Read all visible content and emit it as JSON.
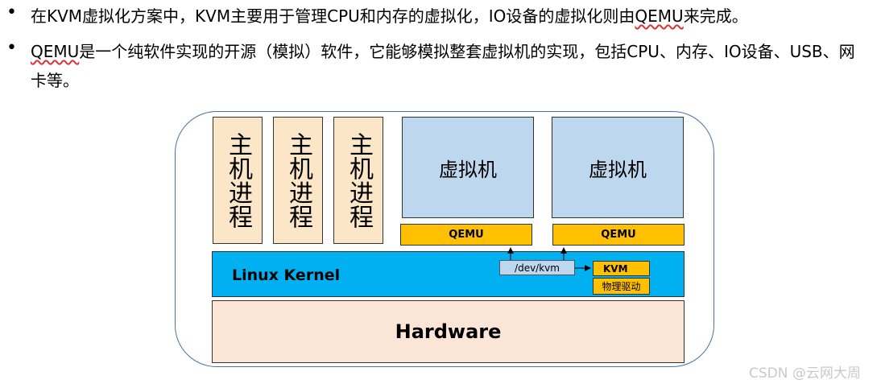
{
  "bullets": [
    {
      "text_pre": "在KVM虚拟化方案中，KVM主要用于管理CPU和内存的虚拟化，IO设备的虚拟化则由",
      "text_marked": "QEMU",
      "text_post": "来完成。"
    },
    {
      "text_marked": "QEMU",
      "text_post": "是一个纯软件实现的开源（模拟）软件，它能够模拟整套虚拟机的实现，包括CPU、内存、IO设备、USB、网卡等。"
    }
  ],
  "bullet_glyph": "•",
  "diagram": {
    "host_processes": [
      "主机进程",
      "主机进程",
      "主机进程"
    ],
    "vms": [
      "虚拟机",
      "虚拟机"
    ],
    "qemu": [
      "QEMU",
      "QEMU"
    ],
    "kernel_label": "Linux Kernel",
    "dev_kvm": "/dev/kvm",
    "kvm": "KVM",
    "driver": "物理驱动",
    "hardware": "Hardware"
  },
  "colors": {
    "host_process_fill": "#fbe7c7",
    "vm_fill": "#bdd7ee",
    "qemu_fill": "#ffc000",
    "kernel_fill": "#00b0f0",
    "hardware_fill": "#fbe5d6",
    "frame_stroke": "#4f6fa8"
  },
  "watermark": "CSDN @云网大周"
}
